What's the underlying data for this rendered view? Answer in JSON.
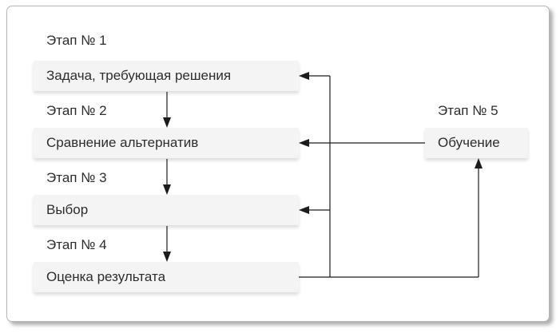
{
  "diagram": {
    "title_hint": "Decision-making cycle diagram",
    "stages": [
      {
        "label": "Этап № 1",
        "text": "Задача, требующая решения"
      },
      {
        "label": "Этап № 2",
        "text": "Сравнение альтернатив"
      },
      {
        "label": "Этап № 3",
        "text": "Выбор"
      },
      {
        "label": "Этап № 4",
        "text": "Оценка результата"
      },
      {
        "label": "Этап № 5",
        "text": "Обучение"
      }
    ],
    "connections": {
      "forward_flow": [
        "Этап 1 → Этап 2",
        "Этап 2 → Этап 3",
        "Этап 3 → Этап 4",
        "Этап 4 → Этап 5"
      ],
      "feedback": [
        "Обучение → Задача, требующая решения",
        "Обучение → Сравнение альтернатив",
        "Обучение → Выбор"
      ]
    },
    "colors": {
      "box_background": "#f4f4f4",
      "line": "#1c1c1c",
      "text": "#2d2d2d",
      "frame_border": "#b6b6b6"
    }
  }
}
